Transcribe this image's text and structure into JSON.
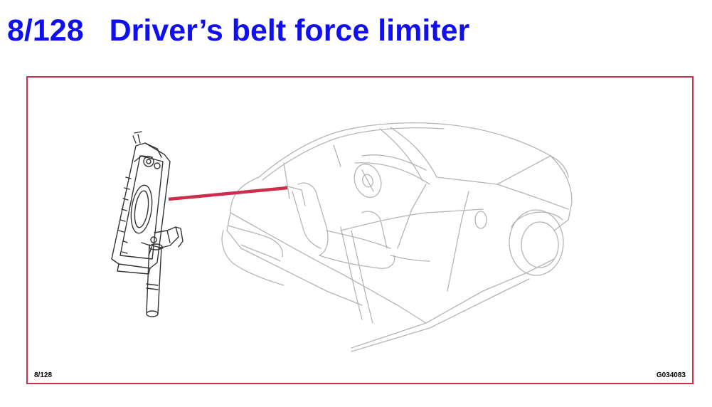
{
  "header": {
    "number": "8/128",
    "title": "Driver’s belt force limiter",
    "color": "#1010ee"
  },
  "figure": {
    "page_ref": "8/128",
    "figure_code": "G034083",
    "frame_color": "#cc2f4e",
    "leader_color": "#cc2f4e",
    "line_color": "#b5b5b5",
    "part_color": "#333333",
    "icons": [
      "belt-force-limiter-unit-icon",
      "car-cutaway-icon"
    ]
  }
}
